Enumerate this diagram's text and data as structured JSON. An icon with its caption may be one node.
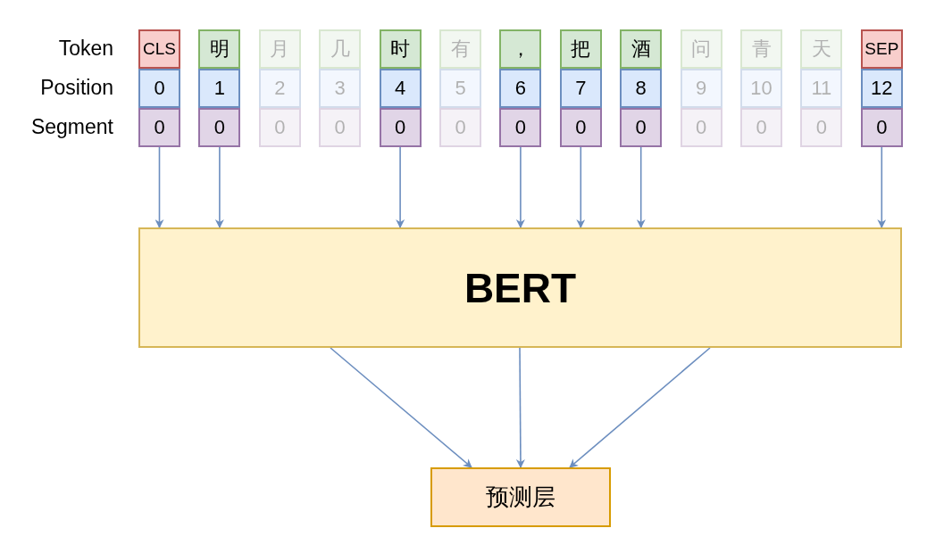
{
  "diagram": {
    "nodes": [
      {
        "text": [
          "CLS"
        ]
      },
      {
        "text": [
          "明"
        ]
      },
      {
        "text": [
          "月"
        ]
      },
      {
        "text": [
          "几"
        ]
      },
      {
        "text": [
          "时"
        ]
      },
      {
        "text": [
          "有"
        ]
      },
      {
        "text": [
          "，"
        ]
      },
      {
        "text": [
          "把"
        ]
      },
      {
        "text": [
          "酒"
        ]
      },
      {
        "text": [
          "问"
        ]
      },
      {
        "text": [
          "青"
        ]
      },
      {
        "text": [
          "天"
        ]
      },
      {
        "text": [
          "SEP"
        ]
      },
      {
        "text": [
          "0"
        ]
      },
      {
        "text": [
          "1"
        ]
      },
      {
        "text": [
          "2"
        ]
      },
      {
        "text": [
          "3"
        ]
      },
      {
        "text": [
          "4"
        ]
      },
      {
        "text": [
          "5"
        ]
      },
      {
        "text": [
          "6"
        ]
      },
      {
        "text": [
          "7"
        ]
      },
      {
        "text": [
          "8"
        ]
      },
      {
        "text": [
          "9"
        ]
      },
      {
        "text": [
          "10"
        ]
      },
      {
        "text": [
          "11"
        ]
      },
      {
        "text": [
          "12"
        ]
      },
      {
        "text": [
          "0"
        ]
      },
      {
        "text": [
          "0"
        ]
      },
      {
        "text": [
          "0"
        ]
      },
      {
        "text": [
          "0"
        ]
      },
      {
        "text": [
          "0"
        ]
      },
      {
        "text": [
          "0"
        ]
      },
      {
        "text": [
          "0"
        ]
      },
      {
        "text": [
          "0"
        ]
      },
      {
        "text": [
          "0"
        ]
      },
      {
        "text": [
          "0"
        ]
      },
      {
        "text": [
          "0"
        ]
      },
      {
        "text": [
          "0"
        ]
      },
      {
        "text": [
          "0"
        ]
      },
      {
        "text": [
          "BERT"
        ]
      },
      {
        "text": [
          "预测层"
        ]
      }
    ],
    "edges": [
      {
        "from": 26,
        "to": 39,
        "arrow": "to"
      },
      {
        "from": 27,
        "to": 39,
        "arrow": "to"
      },
      {
        "from": 30,
        "to": 39,
        "arrow": "to"
      },
      {
        "from": 32,
        "to": 39,
        "arrow": "to"
      },
      {
        "from": 33,
        "to": 39,
        "arrow": "to"
      },
      {
        "from": 34,
        "to": 39,
        "arrow": "to"
      },
      {
        "from": 38,
        "to": 39,
        "arrow": "to"
      },
      {
        "from": 39,
        "to": 40,
        "arrow": "to"
      },
      {
        "from": 39,
        "to": 40,
        "arrow": "to"
      },
      {
        "from": 39,
        "to": 40,
        "arrow": "to"
      }
    ],
    "labels": [
      "Token",
      "Position",
      "Segment"
    ]
  }
}
